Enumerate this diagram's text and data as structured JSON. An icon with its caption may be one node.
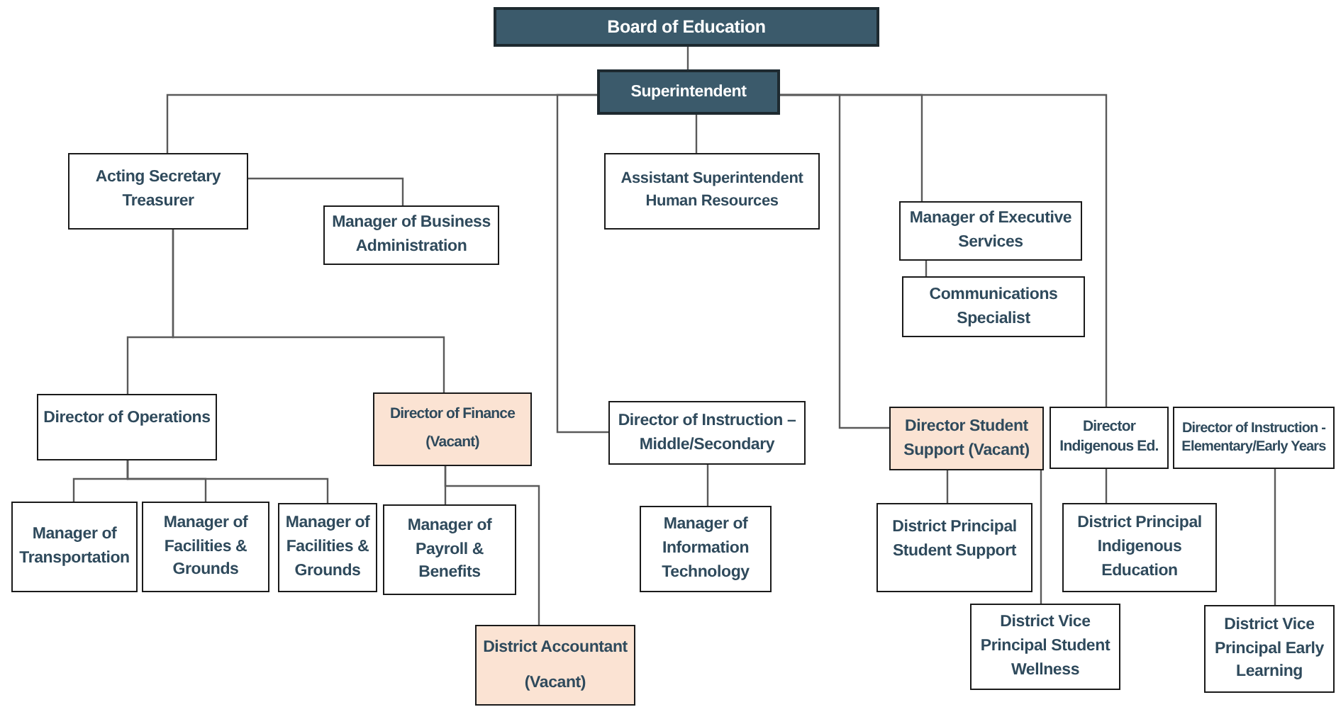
{
  "diagram": {
    "nodes": [
      {
        "text": [
          "Board of Education"
        ]
      },
      {
        "text": [
          "Superintendent"
        ]
      },
      {
        "text": [
          "Acting Secretary Treasurer"
        ]
      },
      {
        "text": [
          "Manager of Business Administration"
        ]
      },
      {
        "text": [
          "Assistant Superintendent Human Resources"
        ]
      },
      {
        "text": [
          "Manager of Executive Services"
        ]
      },
      {
        "text": [
          "Communications Specialist"
        ]
      },
      {
        "text": [
          "Director of Operations"
        ]
      },
      {
        "text": [
          "Director of Finance",
          "(Vacant)"
        ]
      },
      {
        "text": [
          "Director of Instruction – Middle/Secondary"
        ]
      },
      {
        "text": [
          "Director Student Support (Vacant)"
        ]
      },
      {
        "text": [
          "Director Indigenous Ed."
        ]
      },
      {
        "text": [
          "Director of Instruction - Elementary/Early Years"
        ]
      },
      {
        "text": [
          "Manager of Transportation"
        ]
      },
      {
        "text": [
          "Manager of Facilities & Grounds"
        ]
      },
      {
        "text": [
          "Manager of Facilities & Grounds"
        ]
      },
      {
        "text": [
          "Manager of Payroll & Benefits"
        ]
      },
      {
        "text": [
          "District Accountant",
          "(Vacant)"
        ]
      },
      {
        "text": [
          "Manager of Information Technology"
        ]
      },
      {
        "text": [
          "District Principal Student Support"
        ]
      },
      {
        "text": [
          "District Principal Indigenous Education"
        ]
      },
      {
        "text": [
          "District Vice Principal Student Wellness"
        ]
      },
      {
        "text": [
          "District Vice Principal Early Learning"
        ]
      }
    ],
    "edges": [
      {
        "from": 0,
        "to": 1,
        "arrow": "none"
      },
      {
        "from": 1,
        "to": 2,
        "arrow": "none"
      },
      {
        "from": 1,
        "to": 4,
        "arrow": "none"
      },
      {
        "from": 1,
        "to": 9,
        "arrow": "none"
      },
      {
        "from": 1,
        "to": 10,
        "arrow": "none"
      },
      {
        "from": 1,
        "to": 5,
        "arrow": "none"
      },
      {
        "from": 1,
        "to": 11,
        "arrow": "none"
      },
      {
        "from": 2,
        "to": 3,
        "arrow": "none"
      },
      {
        "from": 2,
        "to": 7,
        "arrow": "none"
      },
      {
        "from": 2,
        "to": 8,
        "arrow": "none"
      },
      {
        "from": 5,
        "to": 6,
        "arrow": "none"
      },
      {
        "from": 7,
        "to": 13,
        "arrow": "none"
      },
      {
        "from": 7,
        "to": 14,
        "arrow": "none"
      },
      {
        "from": 7,
        "to": 15,
        "arrow": "none"
      },
      {
        "from": 8,
        "to": 16,
        "arrow": "none"
      },
      {
        "from": 8,
        "to": 17,
        "arrow": "none"
      },
      {
        "from": 9,
        "to": 18,
        "arrow": "none"
      },
      {
        "from": 10,
        "to": 19,
        "arrow": "none"
      },
      {
        "from": 10,
        "to": 21,
        "arrow": "none"
      },
      {
        "from": 11,
        "to": 20,
        "arrow": "none"
      },
      {
        "from": 12,
        "to": 22,
        "arrow": "none"
      }
    ]
  }
}
